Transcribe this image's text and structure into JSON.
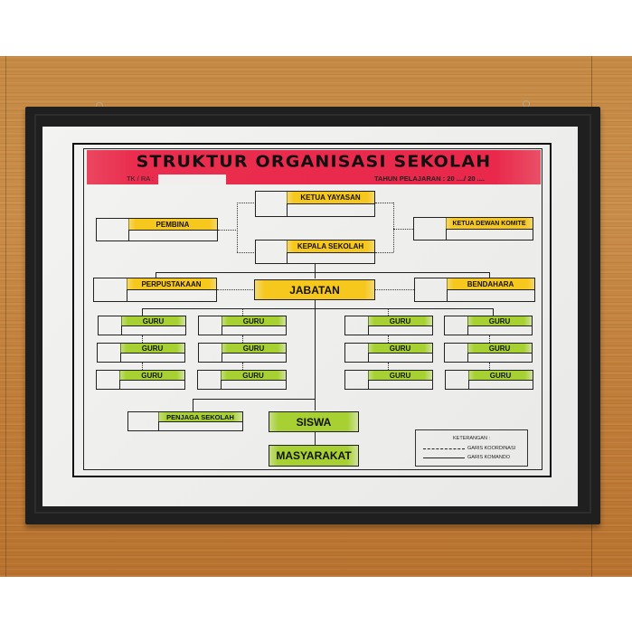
{
  "chart": {
    "title": "STRUKTUR ORGANISASI SEKOLAH",
    "subtitle_left": "TK / RA :",
    "subtitle_right": "TAHUN PELAJARAN : 20 ..../ 20 ...."
  },
  "nodes": {
    "ketua_yayasan": "KETUA YAYASAN",
    "pembina": "PEMBINA",
    "ketua_dewan_komite": "KETUA DEWAN KOMITE",
    "kepala_sekolah": "KEPALA SEKOLAH",
    "perpustakaan": "PERPUSTAKAAN",
    "jabatan": "JABATAN",
    "bendahara": "BENDAHARA",
    "guru": [
      "GURU",
      "GURU",
      "GURU",
      "GURU",
      "GURU",
      "GURU",
      "GURU",
      "GURU",
      "GURU",
      "GURU",
      "GURU",
      "GURU"
    ],
    "penjaga_sekolah": "PENJAGA SEKOLAH",
    "siswa": "SISWA",
    "masyarakat": "MASYARAKAT"
  },
  "legend": {
    "title": "KETERANGAN :",
    "items": [
      {
        "style": "dashed",
        "label": "GARIS KOORDINASI"
      },
      {
        "style": "solid",
        "label": "GARIS KOMANDO"
      }
    ]
  },
  "colors": {
    "title_band": "#e9284b",
    "highlight_yellow": "#f6c81e",
    "highlight_green": "#a7d132",
    "frame": "#1f1f1f",
    "wall": "#c58a45"
  }
}
